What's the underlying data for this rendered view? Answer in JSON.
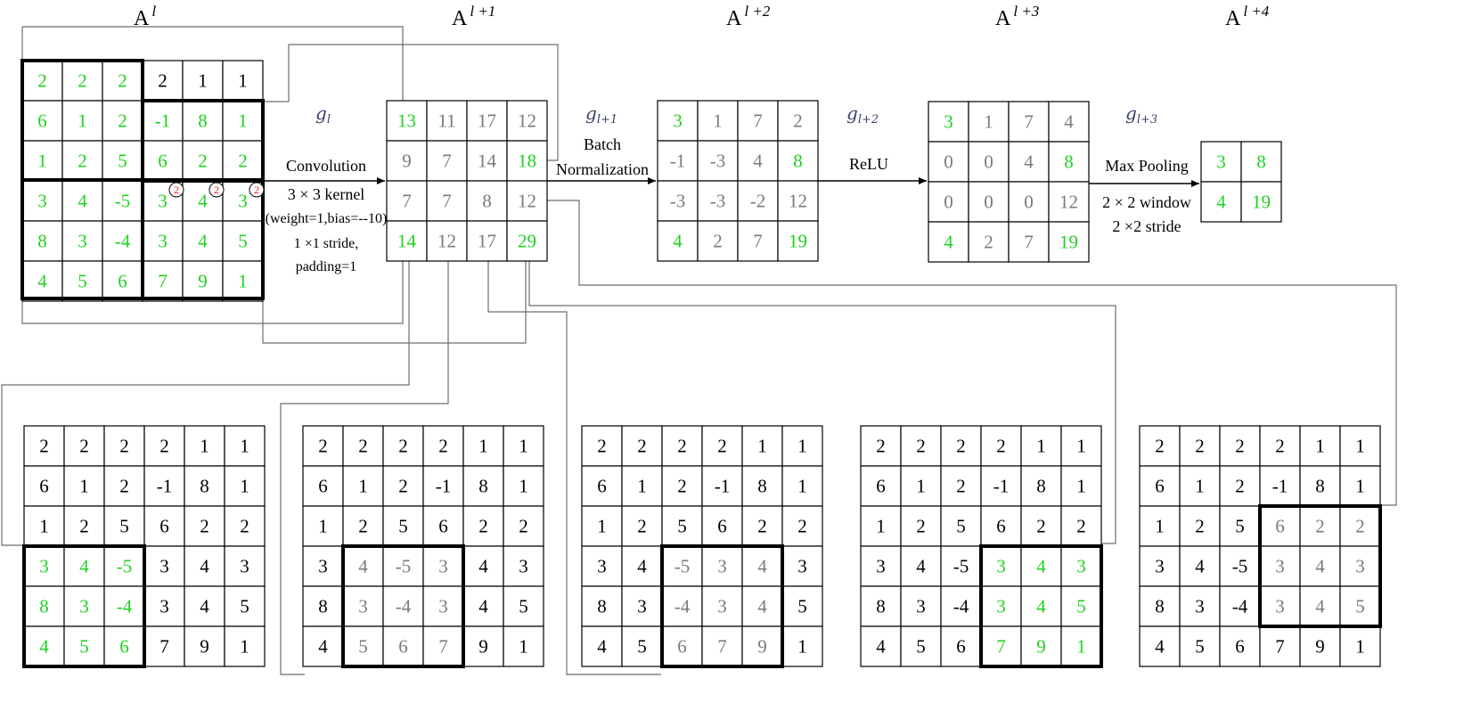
{
  "colors": {
    "green": "#1fd11f",
    "gray": "#7a7a7a",
    "black": "#000000",
    "red": "#e0201e",
    "connector": "#6e6e6e"
  },
  "titles": [
    {
      "id": "al",
      "base": "A",
      "sup": "l"
    },
    {
      "id": "al1",
      "base": "A",
      "sup": "l +1"
    },
    {
      "id": "al2",
      "base": "A",
      "sup": "l +2"
    },
    {
      "id": "al3",
      "base": "A",
      "sup": "l +3"
    },
    {
      "id": "al4",
      "base": "A",
      "sup": "l +4"
    }
  ],
  "operations": {
    "g0": {
      "base": "g",
      "sub": "l"
    },
    "g1": {
      "base": "g",
      "sub": "l+1"
    },
    "g2": {
      "base": "g",
      "sub": "l+2"
    },
    "g3": {
      "base": "g",
      "sub": "l+3"
    },
    "conv_lines": [
      "Convolution",
      "3 × 3 kernel",
      "(weight=1,bias=--10)",
      "1 ×1 stride,",
      "padding=1"
    ],
    "bn_lines": [
      "Batch",
      "Normalization"
    ],
    "relu_lines": [
      "ReLU"
    ],
    "pool_lines": [
      "Max Pooling",
      "2 × 2 window",
      "2 ×2 stride"
    ]
  },
  "grids": {
    "input": {
      "values": [
        [
          "2",
          "2",
          "2",
          "2",
          "1",
          "1"
        ],
        [
          "6",
          "1",
          "2",
          "-1",
          "8",
          "1"
        ],
        [
          "1",
          "2",
          "5",
          "6",
          "2",
          "2"
        ],
        [
          "3",
          "4",
          "-5",
          "3",
          "4",
          "3"
        ],
        [
          "8",
          "3",
          "-4",
          "3",
          "4",
          "5"
        ],
        [
          "4",
          "5",
          "6",
          "7",
          "9",
          "1"
        ]
      ],
      "colors": [
        [
          "g",
          "g",
          "g",
          "k",
          "k",
          "k"
        ],
        [
          "g",
          "g",
          "g",
          "g",
          "g",
          "g"
        ],
        [
          "g",
          "g",
          "g",
          "g",
          "g",
          "g"
        ],
        [
          "g",
          "g",
          "g",
          "g",
          "g",
          "g"
        ],
        [
          "g",
          "g",
          "g",
          "g",
          "g",
          "g"
        ],
        [
          "g",
          "g",
          "g",
          "g",
          "g",
          "g"
        ]
      ],
      "badges": [
        "2",
        "2",
        "2"
      ]
    },
    "conv": {
      "values": [
        [
          "13",
          "11",
          "17",
          "12"
        ],
        [
          "9",
          "7",
          "14",
          "18"
        ],
        [
          "7",
          "7",
          "8",
          "12"
        ],
        [
          "14",
          "12",
          "17",
          "29"
        ]
      ],
      "colors": [
        [
          "g",
          "y",
          "y",
          "y"
        ],
        [
          "y",
          "y",
          "y",
          "g"
        ],
        [
          "y",
          "y",
          "y",
          "y"
        ],
        [
          "g",
          "y",
          "y",
          "g"
        ]
      ]
    },
    "bn": {
      "values": [
        [
          "3",
          "1",
          "7",
          "2"
        ],
        [
          "-1",
          "-3",
          "4",
          "8"
        ],
        [
          "-3",
          "-3",
          "-2",
          "12"
        ],
        [
          "4",
          "2",
          "7",
          "19"
        ]
      ],
      "colors": [
        [
          "g",
          "y",
          "y",
          "y"
        ],
        [
          "y",
          "y",
          "y",
          "g"
        ],
        [
          "y",
          "y",
          "y",
          "y"
        ],
        [
          "g",
          "y",
          "y",
          "g"
        ]
      ]
    },
    "relu": {
      "values": [
        [
          "3",
          "1",
          "7",
          "4"
        ],
        [
          "0",
          "0",
          "4",
          "8"
        ],
        [
          "0",
          "0",
          "0",
          "12"
        ],
        [
          "4",
          "2",
          "7",
          "19"
        ]
      ],
      "colors": [
        [
          "g",
          "y",
          "y",
          "y"
        ],
        [
          "y",
          "y",
          "y",
          "g"
        ],
        [
          "y",
          "y",
          "y",
          "y"
        ],
        [
          "g",
          "y",
          "y",
          "g"
        ]
      ]
    },
    "pool": {
      "values": [
        [
          "3",
          "8"
        ],
        [
          "4",
          "19"
        ]
      ],
      "colors": [
        [
          "g",
          "g"
        ],
        [
          "g",
          "g"
        ]
      ]
    },
    "bottom": [
      {
        "values": [
          [
            "2",
            "2",
            "2",
            "2",
            "1",
            "1"
          ],
          [
            "6",
            "1",
            "2",
            "-1",
            "8",
            "1"
          ],
          [
            "1",
            "2",
            "5",
            "6",
            "2",
            "2"
          ],
          [
            "3",
            "4",
            "-5",
            "3",
            "4",
            "3"
          ],
          [
            "8",
            "3",
            "-4",
            "3",
            "4",
            "5"
          ],
          [
            "4",
            "5",
            "6",
            "7",
            "9",
            "1"
          ]
        ],
        "colors": [
          [
            "k",
            "k",
            "k",
            "k",
            "k",
            "k"
          ],
          [
            "k",
            "k",
            "k",
            "k",
            "k",
            "k"
          ],
          [
            "k",
            "k",
            "k",
            "k",
            "k",
            "k"
          ],
          [
            "g",
            "g",
            "g",
            "k",
            "k",
            "k"
          ],
          [
            "g",
            "g",
            "g",
            "k",
            "k",
            "k"
          ],
          [
            "g",
            "g",
            "g",
            "k",
            "k",
            "k"
          ]
        ]
      },
      {
        "values": [
          [
            "2",
            "2",
            "2",
            "2",
            "1",
            "1"
          ],
          [
            "6",
            "1",
            "2",
            "-1",
            "8",
            "1"
          ],
          [
            "1",
            "2",
            "5",
            "6",
            "2",
            "2"
          ],
          [
            "3",
            "4",
            "-5",
            "3",
            "4",
            "3"
          ],
          [
            "8",
            "3",
            "-4",
            "3",
            "4",
            "5"
          ],
          [
            "4",
            "5",
            "6",
            "7",
            "9",
            "1"
          ]
        ],
        "colors": [
          [
            "k",
            "k",
            "k",
            "k",
            "k",
            "k"
          ],
          [
            "k",
            "k",
            "k",
            "k",
            "k",
            "k"
          ],
          [
            "k",
            "k",
            "k",
            "k",
            "k",
            "k"
          ],
          [
            "k",
            "y",
            "y",
            "y",
            "k",
            "k"
          ],
          [
            "k",
            "y",
            "y",
            "y",
            "k",
            "k"
          ],
          [
            "k",
            "y",
            "y",
            "y",
            "k",
            "k"
          ]
        ]
      },
      {
        "values": [
          [
            "2",
            "2",
            "2",
            "2",
            "1",
            "1"
          ],
          [
            "6",
            "1",
            "2",
            "-1",
            "8",
            "1"
          ],
          [
            "1",
            "2",
            "5",
            "6",
            "2",
            "2"
          ],
          [
            "3",
            "4",
            "-5",
            "3",
            "4",
            "3"
          ],
          [
            "8",
            "3",
            "-4",
            "3",
            "4",
            "5"
          ],
          [
            "4",
            "5",
            "6",
            "7",
            "9",
            "1"
          ]
        ],
        "colors": [
          [
            "k",
            "k",
            "k",
            "k",
            "k",
            "k"
          ],
          [
            "k",
            "k",
            "k",
            "k",
            "k",
            "k"
          ],
          [
            "k",
            "k",
            "k",
            "k",
            "k",
            "k"
          ],
          [
            "k",
            "k",
            "y",
            "y",
            "y",
            "k"
          ],
          [
            "k",
            "k",
            "y",
            "y",
            "y",
            "k"
          ],
          [
            "k",
            "k",
            "y",
            "y",
            "y",
            "k"
          ]
        ]
      },
      {
        "values": [
          [
            "2",
            "2",
            "2",
            "2",
            "1",
            "1"
          ],
          [
            "6",
            "1",
            "2",
            "-1",
            "8",
            "1"
          ],
          [
            "1",
            "2",
            "5",
            "6",
            "2",
            "2"
          ],
          [
            "3",
            "4",
            "-5",
            "3",
            "4",
            "3"
          ],
          [
            "8",
            "3",
            "-4",
            "3",
            "4",
            "5"
          ],
          [
            "4",
            "5",
            "6",
            "7",
            "9",
            "1"
          ]
        ],
        "colors": [
          [
            "k",
            "k",
            "k",
            "k",
            "k",
            "k"
          ],
          [
            "k",
            "k",
            "k",
            "k",
            "k",
            "k"
          ],
          [
            "k",
            "k",
            "k",
            "k",
            "k",
            "k"
          ],
          [
            "k",
            "k",
            "k",
            "g",
            "g",
            "g"
          ],
          [
            "k",
            "k",
            "k",
            "g",
            "g",
            "g"
          ],
          [
            "k",
            "k",
            "k",
            "g",
            "g",
            "g"
          ]
        ]
      },
      {
        "values": [
          [
            "2",
            "2",
            "2",
            "2",
            "1",
            "1"
          ],
          [
            "6",
            "1",
            "2",
            "-1",
            "8",
            "1"
          ],
          [
            "1",
            "2",
            "5",
            "6",
            "2",
            "2"
          ],
          [
            "3",
            "4",
            "-5",
            "3",
            "4",
            "3"
          ],
          [
            "8",
            "3",
            "-4",
            "3",
            "4",
            "5"
          ],
          [
            "4",
            "5",
            "6",
            "7",
            "9",
            "1"
          ]
        ],
        "colors": [
          [
            "k",
            "k",
            "k",
            "k",
            "k",
            "k"
          ],
          [
            "k",
            "k",
            "k",
            "k",
            "k",
            "k"
          ],
          [
            "k",
            "k",
            "k",
            "y",
            "y",
            "y"
          ],
          [
            "k",
            "k",
            "k",
            "y",
            "y",
            "y"
          ],
          [
            "k",
            "k",
            "k",
            "y",
            "y",
            "y"
          ],
          [
            "k",
            "k",
            "k",
            "k",
            "k",
            "k"
          ]
        ]
      }
    ]
  }
}
